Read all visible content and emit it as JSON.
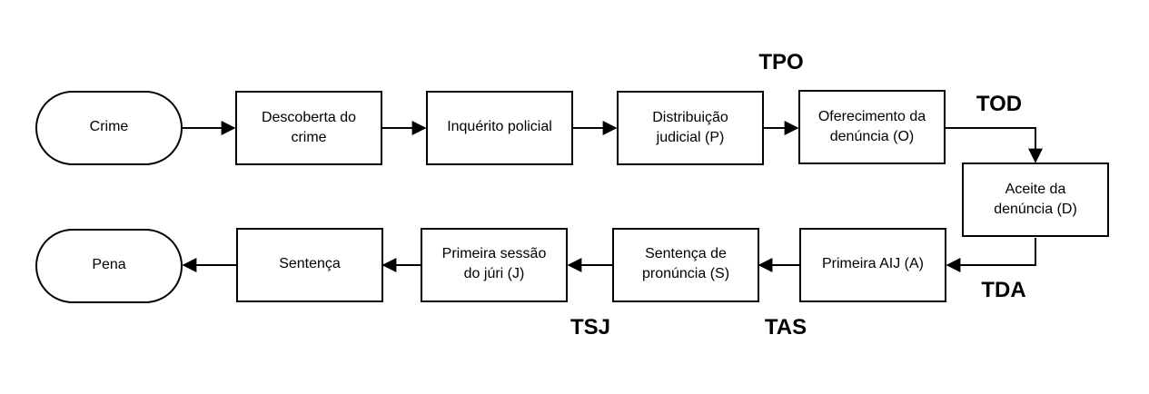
{
  "nodes": {
    "crime": "Crime",
    "descoberta": [
      "Descoberta do",
      "crime"
    ],
    "inquerito": "Inquérito policial",
    "distribuicao": [
      "Distribuição",
      "judicial (P)"
    ],
    "oferecimento": [
      "Oferecimento da",
      "denúncia (O)"
    ],
    "aceite": [
      "Aceite da",
      "denúncia (D)"
    ],
    "primeira_aij": "Primeira AIJ (A)",
    "sentenca_pronuncia": [
      "Sentença de",
      "pronúncia (S)"
    ],
    "primeira_sessao": [
      "Primeira sessão",
      "do júri (J)"
    ],
    "sentenca": "Sentença",
    "pena": "Pena"
  },
  "labels": {
    "tpo": "TPO",
    "tod": "TOD",
    "tda": "TDA",
    "tas": "TAS",
    "tsj": "TSJ"
  }
}
